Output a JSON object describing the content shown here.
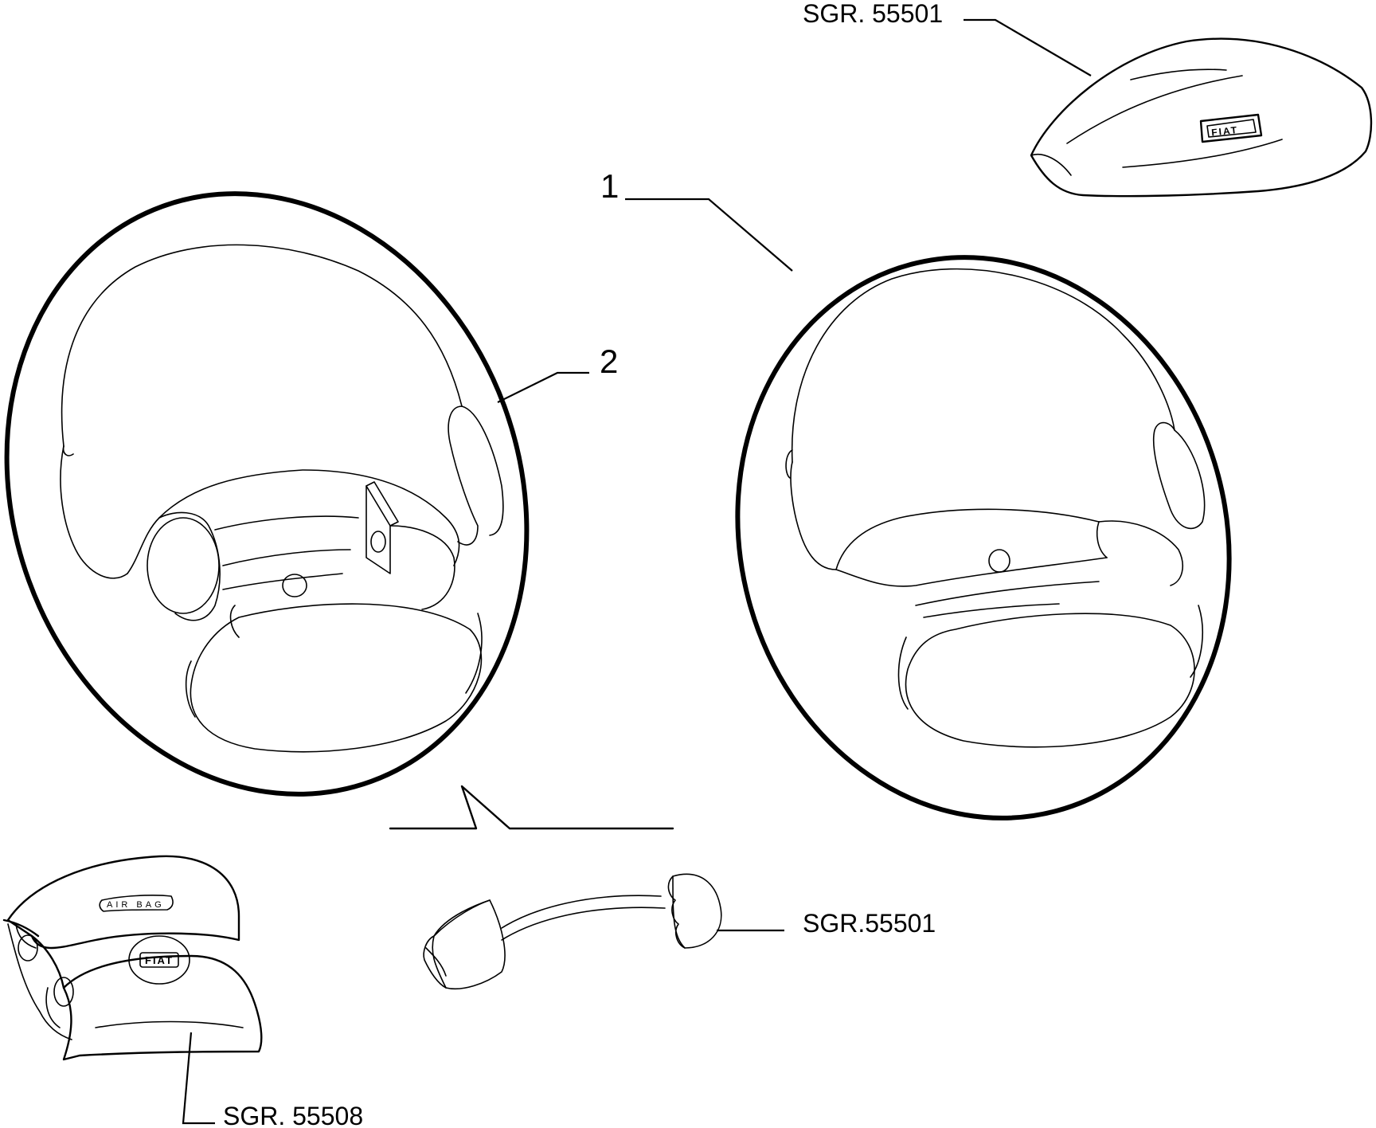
{
  "callouts": {
    "ref_top": "SGR. 55501",
    "ref_middle": "SGR.55501",
    "ref_bottom": "SGR. 55508",
    "item_1": "1",
    "item_2": "2"
  },
  "part_markings": {
    "airbag_cover_text": "AIR BAG",
    "logo_text": "FIAT"
  }
}
